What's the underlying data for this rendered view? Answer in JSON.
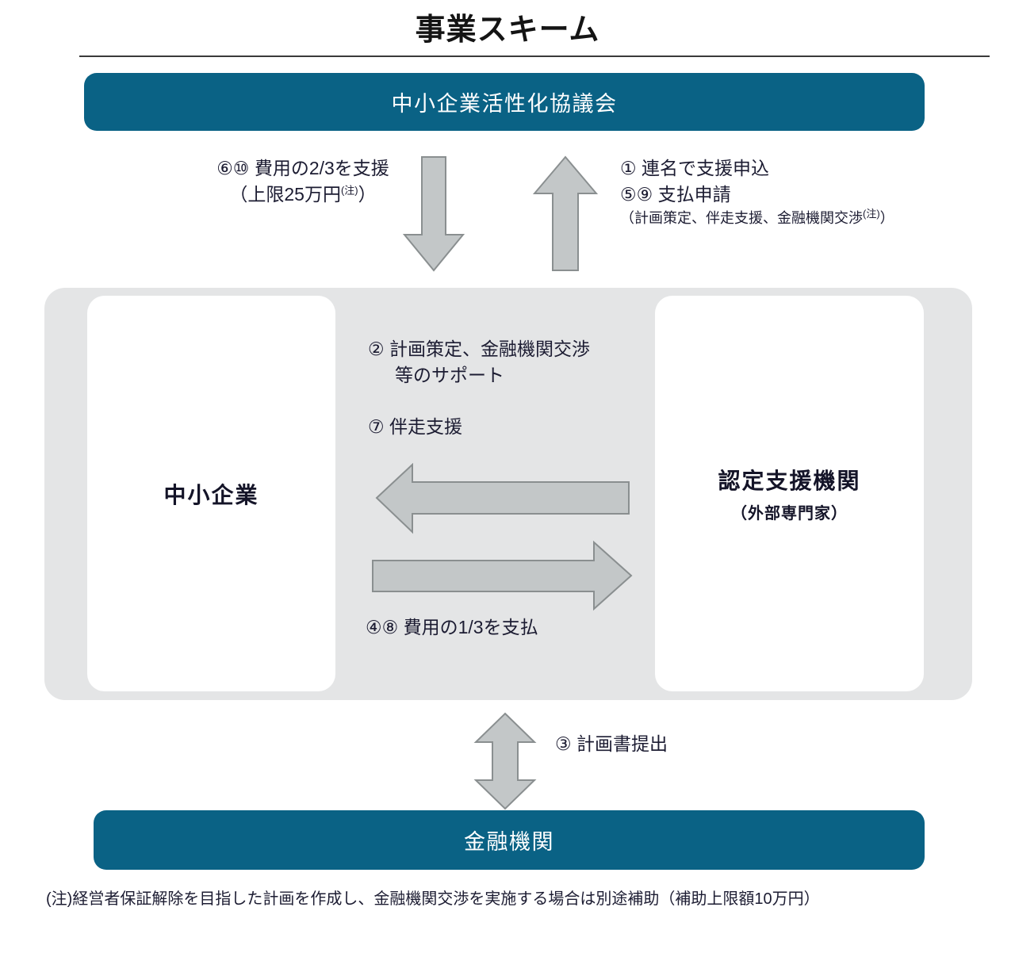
{
  "title": "事業スキーム",
  "colors": {
    "banner_blue": "#0a6285",
    "group_gray": "#e4e5e6",
    "arrow_fill": "#c3c7c8",
    "arrow_stroke": "#8a8f90",
    "text": "#1c1c32"
  },
  "banners": {
    "top": "中小企業活性化協議会",
    "bottom": "金融機関"
  },
  "entities": {
    "sme": "中小企業",
    "support_org": "認定支援機関",
    "support_org_sub": "（外部専門家）"
  },
  "flows": {
    "council_to_sme": {
      "line1": "⑥⑩ 費用の2/3を支援",
      "line2_pre": "（上限25万円",
      "line2_sup": "(注)",
      "line2_post": "）"
    },
    "sme_to_council": {
      "line1": "① 連名で支援申込",
      "line2": "⑤⑨ 支払申請",
      "line3_pre": "（計画策定、伴走支援、金融機関交渉",
      "line3_sup": "(注)",
      "line3_post": "）"
    },
    "support_to_sme": {
      "line1": "② 計画策定、金融機関交渉",
      "line2": "等のサポート",
      "line3": "⑦ 伴走支援"
    },
    "sme_to_support": {
      "line1": "④⑧ 費用の1/3を支払"
    },
    "sme_bank": {
      "line1": "③ 計画書提出"
    }
  },
  "footnote": "(注)経営者保証解除を目指した計画を作成し、金融機関交渉を実施する場合は別途補助（補助上限額10万円）",
  "arrows": {
    "down_left": "arrow-down-support-funding",
    "up_right": "arrow-up-application",
    "left_support": "arrow-left-consulting-support",
    "right_payment": "arrow-right-payment",
    "updown_bank": "arrow-updown-plan-submission"
  }
}
